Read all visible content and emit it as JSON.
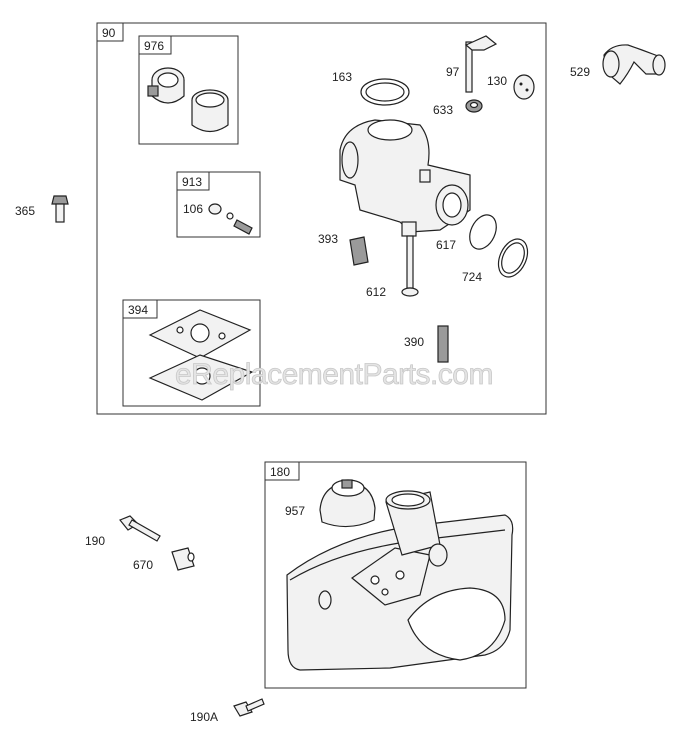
{
  "diagram": {
    "watermark": "eReplacementParts.com",
    "groups": {
      "carburetor": "90",
      "repair_kit": "976",
      "needle_kit": "913",
      "gasket_kit": "394",
      "fuel_tank": "180"
    },
    "parts": {
      "p163": "163",
      "p97": "97",
      "p130": "130",
      "p633": "633",
      "p529": "529",
      "p106": "106",
      "p365": "365",
      "p393": "393",
      "p617": "617",
      "p724": "724",
      "p612": "612",
      "p390": "390",
      "p957": "957",
      "p190": "190",
      "p670": "670",
      "p190A": "190A"
    }
  }
}
